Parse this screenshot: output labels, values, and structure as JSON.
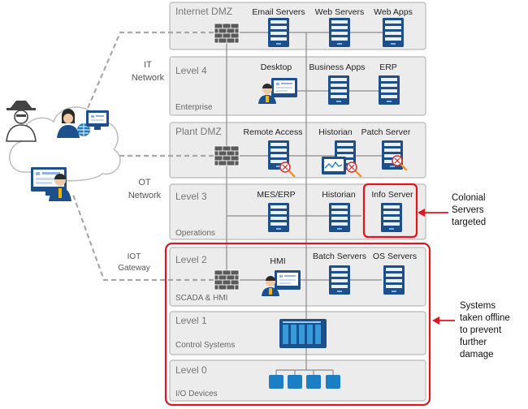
{
  "levels": [
    {
      "title": "Internet DMZ",
      "subtitle": ""
    },
    {
      "title": "Level 4",
      "subtitle": "Enterprise"
    },
    {
      "title": "Plant DMZ",
      "subtitle": ""
    },
    {
      "title": "Level 3",
      "subtitle": "Operations"
    },
    {
      "title": "Level 2",
      "subtitle": "SCADA & HMI"
    },
    {
      "title": "Level 1",
      "subtitle": "Control Systems"
    },
    {
      "title": "Level 0",
      "subtitle": "I/O Devices"
    }
  ],
  "components": {
    "email_servers": "Email Servers",
    "web_servers": "Web Servers",
    "web_apps": "Web Apps",
    "desktop": "Desktop",
    "business_apps": "Business Apps",
    "erp": "ERP",
    "remote_access": "Remote Access",
    "historian_dmz": "Historian",
    "patch_server": "Patch Server",
    "mes_erp": "MES/ERP",
    "historian_l3": "Historian",
    "info_server": "Info Server",
    "hmi": "HMI",
    "batch_servers": "Batch Servers",
    "os_servers": "OS Servers"
  },
  "networks": {
    "it_line1": "IT",
    "it_line2": "Network",
    "ot_line1": "OT",
    "ot_line2": "Network",
    "iot_line1": "IOT",
    "iot_line2": "Gateway"
  },
  "annotations": {
    "colonial_line1": "Colonial",
    "colonial_line2": "Servers",
    "colonial_line3": "targeted",
    "offline_line1": "Systems",
    "offline_line2": "taken offline",
    "offline_line3": "to prevent",
    "offline_line4": "further",
    "offline_line5": "damage"
  },
  "colors": {
    "highlight": "#e0161e",
    "device_blue": "#1c4f8c",
    "level_fill": "#ececec"
  }
}
